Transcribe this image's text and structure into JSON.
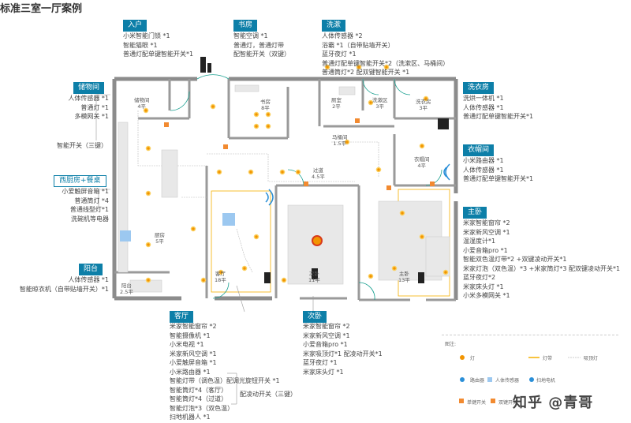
{
  "title": "标准三室一厅案例",
  "sections": {
    "entry": {
      "header": "入户",
      "items": [
        "小米智能门锁 *1",
        "智能猫眼 *1",
        "普通灯配单键智能开关*1"
      ]
    },
    "study": {
      "header": "书房",
      "items": [
        "智能空调 *1",
        "普通灯，普通灯带",
        "配智能开关（双键）"
      ]
    },
    "wash": {
      "header": "洗漱",
      "items": [
        "人体传感器 *2",
        "浴霸 *1（自带贴墙开关）",
        "蓝牙夜灯 *1",
        "普通灯配单键智能开关*2（洗漱区、马桶间）",
        "普通筒灯*2 配双键智能开关 *1"
      ]
    },
    "storage": {
      "header": "储物间",
      "items": [
        "人体传感器 *1",
        "普通灯 *1",
        "多模网关 *1"
      ]
    },
    "smart_switch_3": "智能开关（三键）",
    "west_kitchen": {
      "header": "西厨房+餐桌",
      "items": [
        "小爱触屏音箱 *1",
        "普通筒灯 *4",
        "普通线型灯*1",
        "洗碗机等电器"
      ]
    },
    "balcony": {
      "header": "阳台",
      "items": [
        "人体传感器 *1",
        "智能晾衣机（自带贴墙开关）*1"
      ]
    },
    "laundry": {
      "header": "洗衣房",
      "items": [
        "洗烘一体机 *1",
        "人体传感器 *1",
        "普通灯配单键智能开关*1"
      ]
    },
    "closet": {
      "header": "衣帽间",
      "items": [
        "小米路由器 *1",
        "人体传感器 *1",
        "普通灯配单键智能开关*1"
      ]
    },
    "master": {
      "header": "主卧",
      "items": [
        "米家智能窗帘 *2",
        "米家新风空调 *1",
        "温湿度计*1",
        "小爱音箱pro *1",
        "智能双色温灯带*2 +双键凌动开关*1",
        "米家灯泡（双色温）*3 +米家筒灯*3 配双键凌动开关*1",
        "蓝牙夜灯*2",
        "米家床头灯 *1",
        "小米多模网关 *1"
      ]
    },
    "living": {
      "header": "客厅",
      "items": [
        "米家智能窗帘 *2",
        "智能摄像机 *1",
        "小米电视 *1",
        "米家新风空调 *1",
        "小爱触屏音箱 *1",
        "小米路由器 *1",
        "智能灯带（调色温）配调光旋钮开关 *1",
        "智能筒灯*4（客厅）",
        "智能筒灯*4（过道）",
        "智能灯泡*3（双色温）",
        "扫地机器人 *1"
      ],
      "note": "配凌动开关（三键）"
    },
    "second": {
      "header": "次卧",
      "items": [
        "米家智能窗帘 *2",
        "米家新风空调 *1",
        "小爱音箱pro *1",
        "米家吸顶灯*1 配凌动开关*1",
        "蓝牙夜灯 *1",
        "米家床头灯 *1"
      ]
    }
  },
  "rooms": {
    "storage_room": [
      "储物间",
      "4平"
    ],
    "study_room": [
      "书房",
      "8平"
    ],
    "toilet_room": [
      "厕室",
      "2平"
    ],
    "washing_room": [
      "洗漱区",
      "3平"
    ],
    "laundry_room": [
      "洗衣房",
      "3平"
    ],
    "corridor_room": [
      "马桶间",
      "1.5平"
    ],
    "walkway": [
      "过道",
      "4.5平"
    ],
    "closet_room": [
      "衣帽间",
      "4平"
    ],
    "kitchen_room": [
      "厨房",
      "5平"
    ],
    "living_room": [
      "客厅",
      "18平"
    ],
    "second_room": [
      "次卧",
      "11平"
    ],
    "master_room": [
      "主卧",
      "13平"
    ],
    "balcony_room": [
      "阳台",
      "2.5平"
    ]
  },
  "legend": {
    "title": "图注:",
    "light": "灯",
    "strip": "灯带",
    "ceiling": "吸顶灯",
    "router": "路由器",
    "sensor": "人体传感器",
    "robot": "扫地电机",
    "switch1": "单键开关",
    "switch2": "双键开关"
  },
  "watermark": "知乎 @青哥",
  "colors": {
    "accent": "#0d7fa8",
    "wall": "#8c8c8c",
    "light": "#f29400"
  }
}
